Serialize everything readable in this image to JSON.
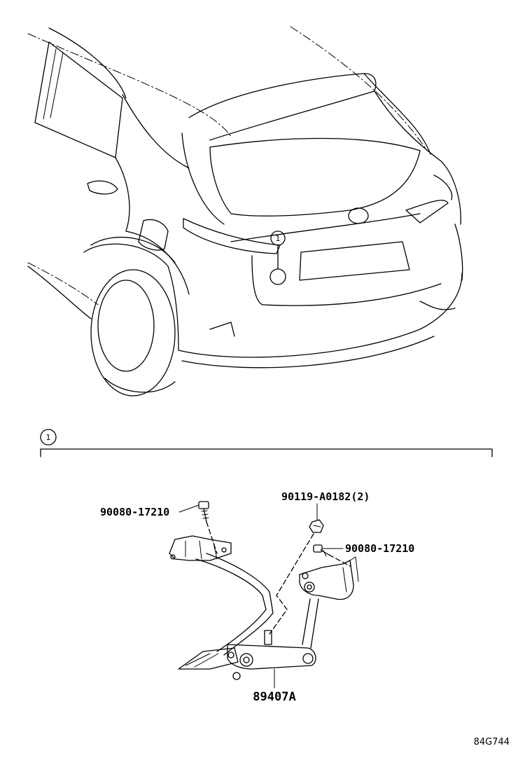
{
  "callout": {
    "number": "1"
  },
  "parts": {
    "bolt_left": "90080-17210",
    "nut": "90119-A0182(2)",
    "bolt_right": "90080-17210",
    "sensor_assembly": "89407A"
  },
  "diagram_code": "84G744"
}
